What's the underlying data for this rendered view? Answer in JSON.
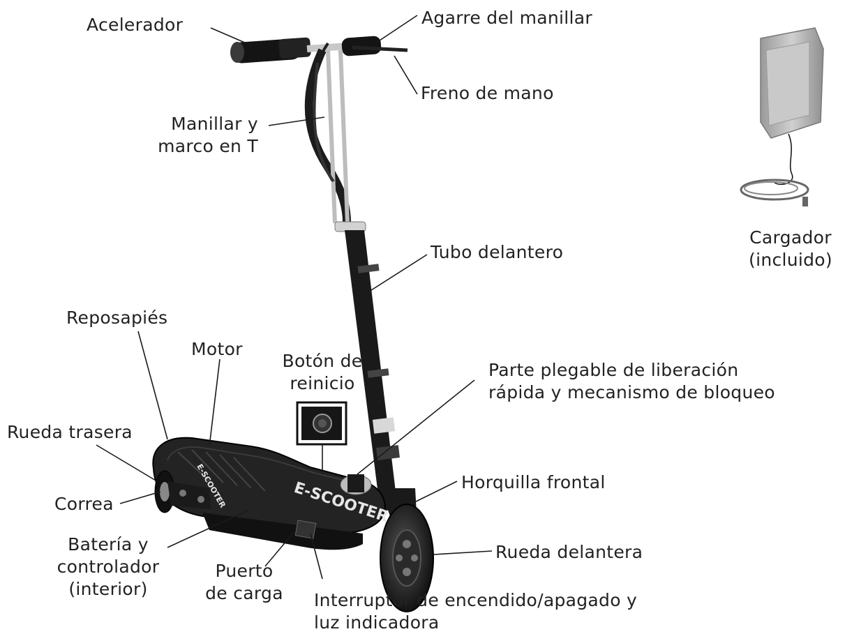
{
  "labels": {
    "acelerador": "Acelerador",
    "agarre": "Agarre del manillar",
    "freno": "Freno de mano",
    "manillar_1": "Manillar y",
    "manillar_2": "marco en T",
    "tubo": "Tubo delantero",
    "cargador_1": "Cargador",
    "cargador_2": "(incluido)",
    "reposapies": "Reposapiés",
    "motor": "Motor",
    "boton_1": "Botón de",
    "boton_2": "reinicio",
    "plegable_1": "Parte plegable de liberación",
    "plegable_2": "rápida y mecanismo de bloqueo",
    "rueda_trasera": "Rueda trasera",
    "horquilla": "Horquilla frontal",
    "correa": "Correa",
    "rueda_delantera": "Rueda delantera",
    "bateria_1": "Batería y",
    "bateria_2": "controlador",
    "bateria_3": "(interior)",
    "puerto_1": "Puerto",
    "puerto_2": "de carga",
    "interruptor_1": "Interruptor de encendido/apagado y",
    "interruptor_2": "luz indicadora"
  },
  "deck_text": "E-SCOOTER",
  "deck_small_text": "E-SCOOTER",
  "colors": {
    "frame": "#1c1c1c",
    "deck": "#262626",
    "chrome": "#c8c8c8",
    "charger": "#b5b5b5",
    "text": "#222222"
  }
}
